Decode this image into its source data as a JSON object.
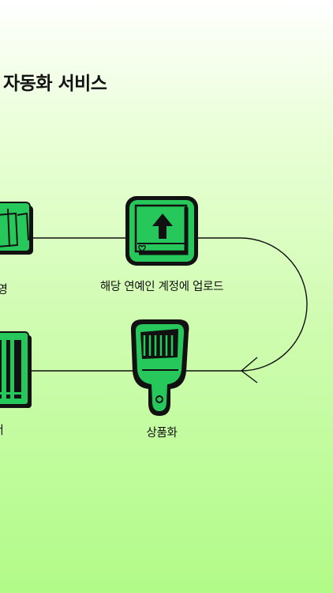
{
  "title": "자동화 서비스",
  "steps": [
    {
      "label": "영",
      "icon": "photo-cards-icon"
    },
    {
      "label": "해당 연예인 계정에 업로드",
      "icon": "upload-image-icon"
    },
    {
      "label": "상품화",
      "icon": "paintbrush-icon"
    },
    {
      "label": "서",
      "icon": "barcode-icon"
    }
  ],
  "colors": {
    "accent": "#27c85b",
    "ink": "#111111"
  }
}
